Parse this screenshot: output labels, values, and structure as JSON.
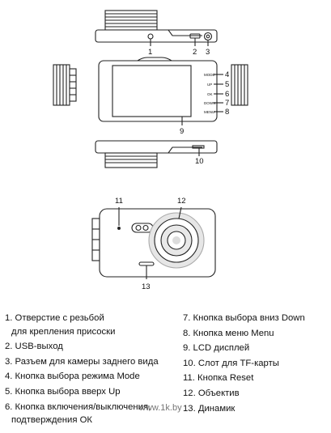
{
  "callouts": {
    "c1": "1",
    "c2": "2",
    "c3": "3",
    "c4": "4",
    "c5": "5",
    "c6": "6",
    "c7": "7",
    "c8": "8",
    "c9": "9",
    "c10": "10",
    "c11": "11",
    "c12": "12",
    "c13": "13"
  },
  "button_labels": {
    "mode": "MODE",
    "up": "UP",
    "ok": "OK",
    "down": "DOWN",
    "menu": "MENU"
  },
  "legend_left": [
    {
      "lines": [
        "1. Отверстие с резьбой",
        "для крепления присоски"
      ]
    },
    {
      "lines": [
        "2. USB-выход"
      ]
    },
    {
      "lines": [
        "3. Разъем для камеры заднего вида"
      ]
    },
    {
      "lines": [
        "4. Кнопка выбора режима Mode"
      ]
    },
    {
      "lines": [
        "5. Кнопка выбора вверх Up"
      ]
    },
    {
      "lines": [
        "6. Кнопка включения/выключения,",
        "подтверждения ОК"
      ]
    }
  ],
  "legend_right": [
    {
      "lines": [
        "7.  Кнопка выбора вниз Down"
      ]
    },
    {
      "lines": [
        "8.  Кнопка меню Menu"
      ]
    },
    {
      "lines": [
        "9.  LCD дисплей"
      ]
    },
    {
      "lines": [
        "10. Слот для TF-карты"
      ]
    },
    {
      "lines": [
        "11. Кнопка Reset"
      ]
    },
    {
      "lines": [
        "12. Объектив"
      ]
    },
    {
      "lines": [
        "13. Динамик"
      ]
    }
  ],
  "watermark": "www.1k.by"
}
